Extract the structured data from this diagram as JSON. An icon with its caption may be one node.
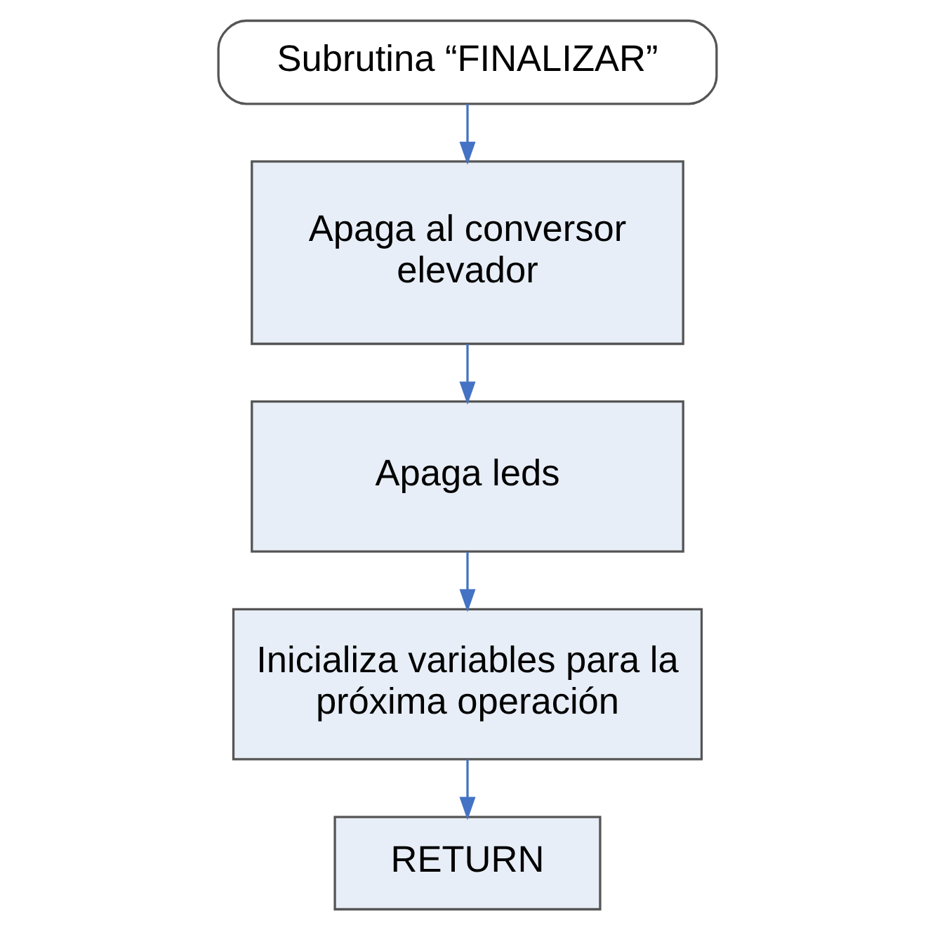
{
  "diagram": {
    "nodes": [
      {
        "text": [
          "Subrutina “FINALIZAR”"
        ]
      },
      {
        "text": [
          "Apaga al conversor elevador"
        ]
      },
      {
        "text": [
          "Apaga leds"
        ]
      },
      {
        "text": [
          "Inicializa variables para la próxima operación"
        ]
      },
      {
        "text": [
          "RETURN"
        ]
      }
    ],
    "edges": [
      {
        "from": 0,
        "to": 1,
        "arrow": "to"
      },
      {
        "from": 1,
        "to": 2,
        "arrow": "to"
      },
      {
        "from": 2,
        "to": 3,
        "arrow": "to"
      },
      {
        "from": 3,
        "to": 4,
        "arrow": "to"
      }
    ]
  }
}
